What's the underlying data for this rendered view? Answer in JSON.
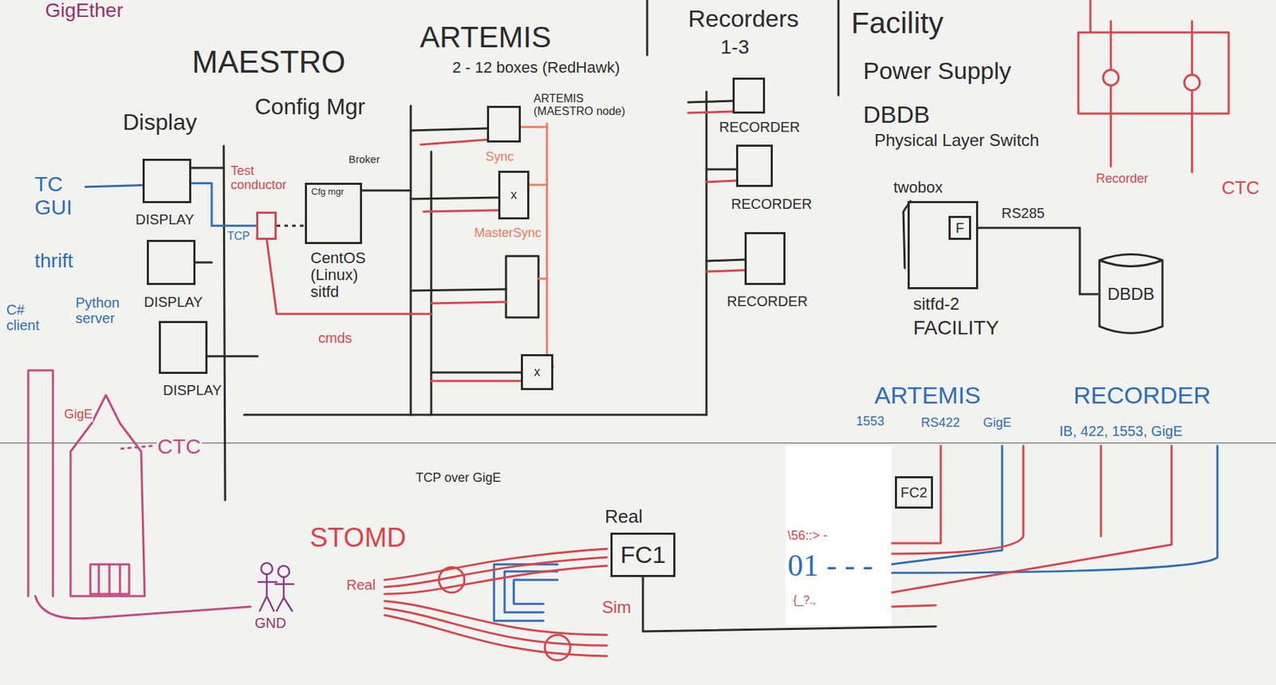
{
  "diagram": {
    "nodes": [
      {
        "text": [
          "DISPLAY"
        ]
      },
      {
        "text": [
          "DISPLAY"
        ]
      },
      {
        "text": [
          "DISPLAY"
        ]
      },
      {
        "text": [
          "Test conductor"
        ]
      },
      {
        "text": [
          "Broker",
          "Cfg mgr",
          "CentOS (Linux) sitfd"
        ]
      },
      {
        "text": [
          "ARTEMIS (MAESTRO node)",
          "Sync"
        ]
      },
      {
        "text": [
          "x",
          "MasterSync"
        ]
      },
      {
        "text": [
          "x"
        ]
      },
      {
        "text": [
          "RECORDER"
        ]
      },
      {
        "text": [
          "RECORDER"
        ]
      },
      {
        "text": [
          "RECORDER"
        ]
      },
      {
        "text": [
          "twobox",
          "sitfd-2",
          "FACILITY"
        ]
      },
      {
        "text": [
          "F"
        ],
        "in": 11
      },
      {
        "text": [
          "DBDB"
        ]
      },
      {
        "text": [
          "FC2"
        ]
      },
      {
        "text": [
          "Real",
          "FC1"
        ]
      },
      {
        "text": [
          "\\56::> -",
          "01 - - -",
          "{_?.,"
        ]
      }
    ],
    "edges": [
      {
        "from": 0,
        "to": 3,
        "arrow": "none",
        "label": "TCP"
      },
      {
        "from": 3,
        "to": 4,
        "arrow": "none"
      },
      {
        "from": 12,
        "to": 13,
        "arrow": "none",
        "label": "RS285"
      }
    ],
    "labels": [
      "GigEther",
      "MAESTRO",
      "Display",
      "Config Mgr",
      "ARTEMIS",
      "2 - 12 boxes (RedHawk)",
      "Recorders",
      "1-3",
      "Facility",
      "Power Supply",
      "DBDB",
      "Physical Layer Switch",
      "Recorder",
      "CTC",
      "TC GUI",
      "thrift",
      "C# client",
      "Python server",
      "cmds",
      "ARTEMIS",
      "1553",
      "RS422",
      "GigE",
      "RECORDER",
      "IB, 422, 1553, GigE",
      "TCP over GigE",
      "Sim",
      "STOMD",
      "Real",
      "GND",
      "GigE",
      "CTC"
    ]
  }
}
